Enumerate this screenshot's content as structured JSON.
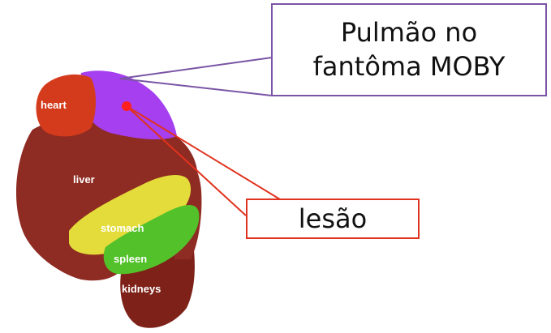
{
  "organs": {
    "heart": "heart",
    "liver": "liver",
    "stomach": "stomach",
    "spleen": "spleen",
    "kidneys": "kidneys"
  },
  "callouts": {
    "lung": {
      "line1": "Pulmão no",
      "line2": "fantôma MOBY"
    },
    "lesion": "lesão"
  },
  "colors": {
    "heart": "#d43b1c",
    "lung": "#a53ff0",
    "liver": "#8e2b22",
    "stomach": "#e3dc3a",
    "spleen": "#52c12a",
    "kidneys": "#7e2219",
    "lesion_marker": "#ff2020",
    "lung_callout_border": "#7a55a6",
    "lesion_callout_border": "#e0321e"
  }
}
